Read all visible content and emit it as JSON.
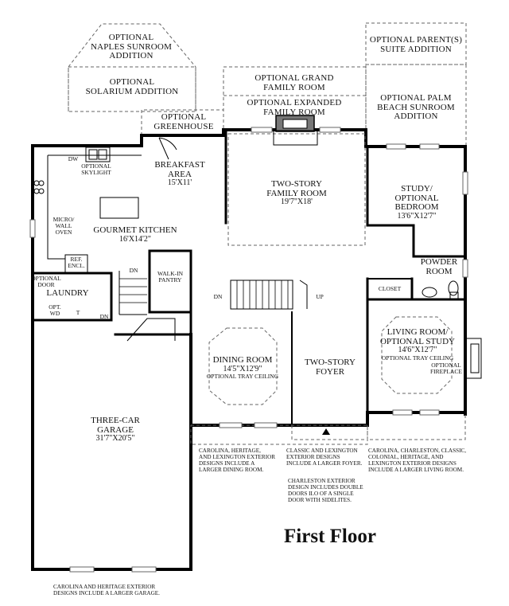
{
  "title": "First Floor",
  "rooms": {
    "naples_sunroom": {
      "line1": "OPTIONAL",
      "line2": "NAPLES SUNROOM",
      "line3": "ADDITION"
    },
    "solarium": {
      "line1": "OPTIONAL",
      "line2": "SOLARIUM ADDITION"
    },
    "greenhouse": {
      "line1": "OPTIONAL",
      "line2": "GREENHOUSE"
    },
    "grand_family": {
      "line1": "OPTIONAL GRAND",
      "line2": "FAMILY ROOM"
    },
    "expanded_family": {
      "line1": "OPTIONAL EXPANDED",
      "line2": "FAMILY ROOM"
    },
    "parents_suite": {
      "line1": "OPTIONAL PARENT(S)",
      "line2": "SUITE ADDITION"
    },
    "palm_beach": {
      "line1": "OPTIONAL PALM",
      "line2": "BEACH SUNROOM",
      "line3": "ADDITION"
    },
    "breakfast": {
      "line1": "BREAKFAST",
      "line2": "AREA",
      "dims": "15'X11'"
    },
    "family_room": {
      "line1": "TWO-STORY",
      "line2": "FAMILY ROOM",
      "dims": "19'7\"X18'"
    },
    "study": {
      "line1": "STUDY/",
      "line2": "OPTIONAL",
      "line3": "BEDROOM",
      "dims": "13'6\"X12'7\""
    },
    "kitchen": {
      "line1": "GOURMET KITCHEN",
      "dims": "16'X14'2\""
    },
    "powder": {
      "line1": "POWDER",
      "line2": "ROOM"
    },
    "closet": "CLOSET",
    "walkin_pantry": {
      "line1": "WALK-IN",
      "line2": "PANTRY"
    },
    "laundry": "LAUNDRY",
    "dining": {
      "line1": "DINING ROOM",
      "dims": "14'5\"X12'9\"",
      "note": "OPTIONAL TRAY CEILING"
    },
    "foyer": {
      "line1": "TWO-STORY",
      "line2": "FOYER"
    },
    "living": {
      "line1": "LIVING ROOM/",
      "line2": "OPTIONAL STUDY",
      "dims": "14'6\"X12'7\"",
      "note": "OPTIONAL TRAY CEILING"
    },
    "garage": {
      "line1": "THREE-CAR",
      "line2": "GARAGE",
      "dims": "31'7\"X20'5\""
    }
  },
  "small_labels": {
    "dw": "DW",
    "skylight_1": "OPTIONAL",
    "skylight_2": "SKYLIGHT",
    "micro_1": "MICRO/",
    "micro_2": "WALL",
    "micro_3": "OVEN",
    "ref_1": "REF.",
    "ref_2": "ENCL.",
    "dn_kitchen": "DN",
    "dn_garage": "DN",
    "dn_stair": "DN",
    "up_stair": "UP",
    "opt_door_1": "OPTIONAL",
    "opt_door_2": "DOOR",
    "opt_wd_1": "OPT.",
    "opt_wd_2": "WD",
    "t": "T",
    "opt_fireplace_1": "OPTIONAL",
    "opt_fireplace_2": "FIREPLACE"
  },
  "notes": {
    "dining_note": [
      "CAROLINA, HERITAGE,",
      "AND LEXINGTON EXTERIOR",
      "DESIGNS INCLUDE A",
      "LARGER DINING ROOM."
    ],
    "foyer_note": [
      "CLASSIC AND LEXINGTON",
      "EXTERIOR DESIGNS",
      "INCLUDE A LARGER FOYER."
    ],
    "charleston_note": [
      "CHARLESTON EXTERIOR",
      "DESIGN INCLUDES DOUBLE",
      "DOORS ILO OF A SINGLE",
      "DOOR WITH SIDELITES."
    ],
    "living_note": [
      "CAROLINA, CHARLESTON, CLASSIC,",
      "COLONIAL, HERITAGE, AND",
      "LEXINGTON EXTERIOR DESIGNS",
      "INCLUDE A LARGER LIVING ROOM."
    ],
    "garage_note": [
      "CAROLINA AND HERITAGE EXTERIOR",
      "DESIGNS INCLUDE A LARGER GARAGE."
    ]
  }
}
